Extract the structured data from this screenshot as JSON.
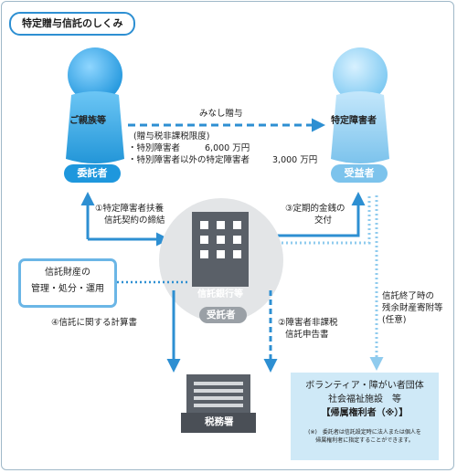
{
  "title": "特定贈与信託のしくみ",
  "left_person": {
    "name": "ご親族等",
    "role": "委託者"
  },
  "right_person": {
    "name": "特定障害者",
    "role": "受益者"
  },
  "deemed_gift": "みなし贈与",
  "tax_limit": {
    "heading": "(贈与税非課税限度)",
    "line1_label": "・特別障害者",
    "line1_amount": "6,000 万円",
    "line2_label": "・特別障害者以外の特定障害者",
    "line2_amount": "3,000 万円"
  },
  "step1": {
    "line1": "①特定障害者扶養",
    "line2": "信託契約の締結"
  },
  "step3": {
    "line1": "③定期的金銭の",
    "line2": "交付"
  },
  "bank": {
    "name": "信託銀行等",
    "role": "受託者"
  },
  "trust_property": {
    "line1": "信託財産の",
    "line2": "管理・処分・運用"
  },
  "step4": "④信託に関する計算書",
  "step2": {
    "line1": "②障害者非課税",
    "line2": "信託申告書"
  },
  "trust_end": {
    "line1": "信託終了時の",
    "line2": "残余財産寄附等",
    "line3": "(任意)"
  },
  "tax_office": "税務署",
  "beneficiary_org": {
    "line1": "ボランティア・障がい者団体",
    "line2": "社会福祉施設　等",
    "line3": "【帰属権利者（※）】",
    "note1": "(※)　委託者は信託設定時に法人または個人を",
    "note2": "帰属権利者に指定することができます。"
  },
  "colors": {
    "accent": "#2d8fd2",
    "light_blue": "#8fcbee",
    "person_blue": "#1e97dd",
    "gray": "#9aa0a6"
  }
}
